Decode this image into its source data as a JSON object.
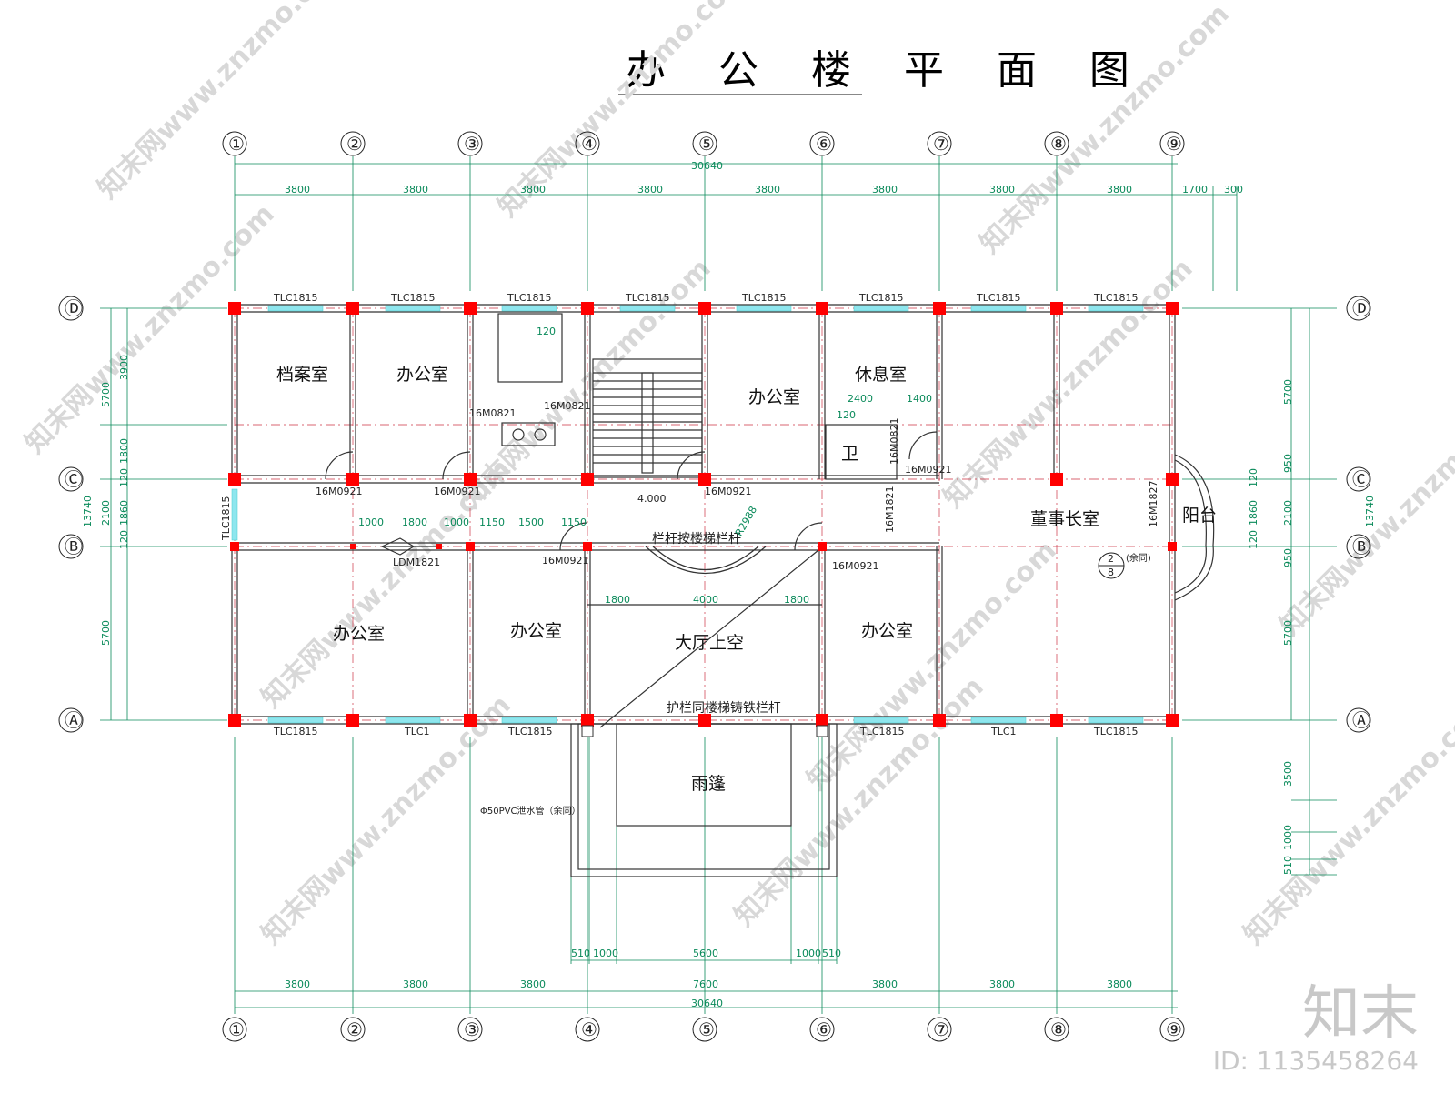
{
  "title": "办 公 楼 平 面 图",
  "axes_numbers": [
    "①",
    "②",
    "③",
    "④",
    "⑤",
    "⑥",
    "⑦",
    "⑧",
    "⑨"
  ],
  "axes_letters": [
    "Ⓓ",
    "Ⓒ",
    "Ⓑ",
    "Ⓐ"
  ],
  "dims": {
    "total": "30640",
    "bay": "3800",
    "extra_right": [
      "1700",
      "300"
    ],
    "bottom_center": "7600",
    "canopy": [
      "510",
      "1000",
      "5600",
      "1000",
      "510"
    ],
    "left_vertical": [
      "13740",
      "5700",
      "2100",
      "5700"
    ],
    "left_inner": [
      "3900",
      "1800",
      "120",
      "1860",
      "120"
    ],
    "right_vertical": [
      "5700",
      "950",
      "2100",
      "950",
      "5700",
      "3500",
      "1000",
      "510"
    ],
    "right_inner": [
      "120",
      "1860",
      "120"
    ],
    "corridor": [
      "1000",
      "1800",
      "1000",
      "1150",
      "1500",
      "1150"
    ],
    "hall": [
      "1800",
      "4000",
      "1800"
    ],
    "rest": [
      "2400",
      "1400"
    ],
    "small": "120"
  },
  "rooms": {
    "archive": "档案室",
    "office": "办公室",
    "rest": "休息室",
    "wc": "卫",
    "chairman": "董事长室",
    "balcony": "阳台",
    "hall": "大厅上空",
    "canopy": "雨篷"
  },
  "labels": {
    "window": "TLC1815",
    "window_short": "TLC1",
    "door": "16M0921",
    "door_wc": "16M0821",
    "door_wc2": "16M1821",
    "door_balcony": "16M1827",
    "ldm": "LDM1821",
    "elevation": "4.000",
    "radius": "R2988",
    "rail_stair": "栏杆按楼梯栏杆",
    "rail_hall": "护栏同楼梯铸铁栏杆",
    "drain": "Φ50PVC泄水管（余同）",
    "detail_top": "2",
    "detail_bottom": "8",
    "detail_note": "(余同)"
  },
  "watermark": "知末网www.znzmo.com",
  "brand": {
    "logo": "知末",
    "id": "ID: 1135458264"
  }
}
